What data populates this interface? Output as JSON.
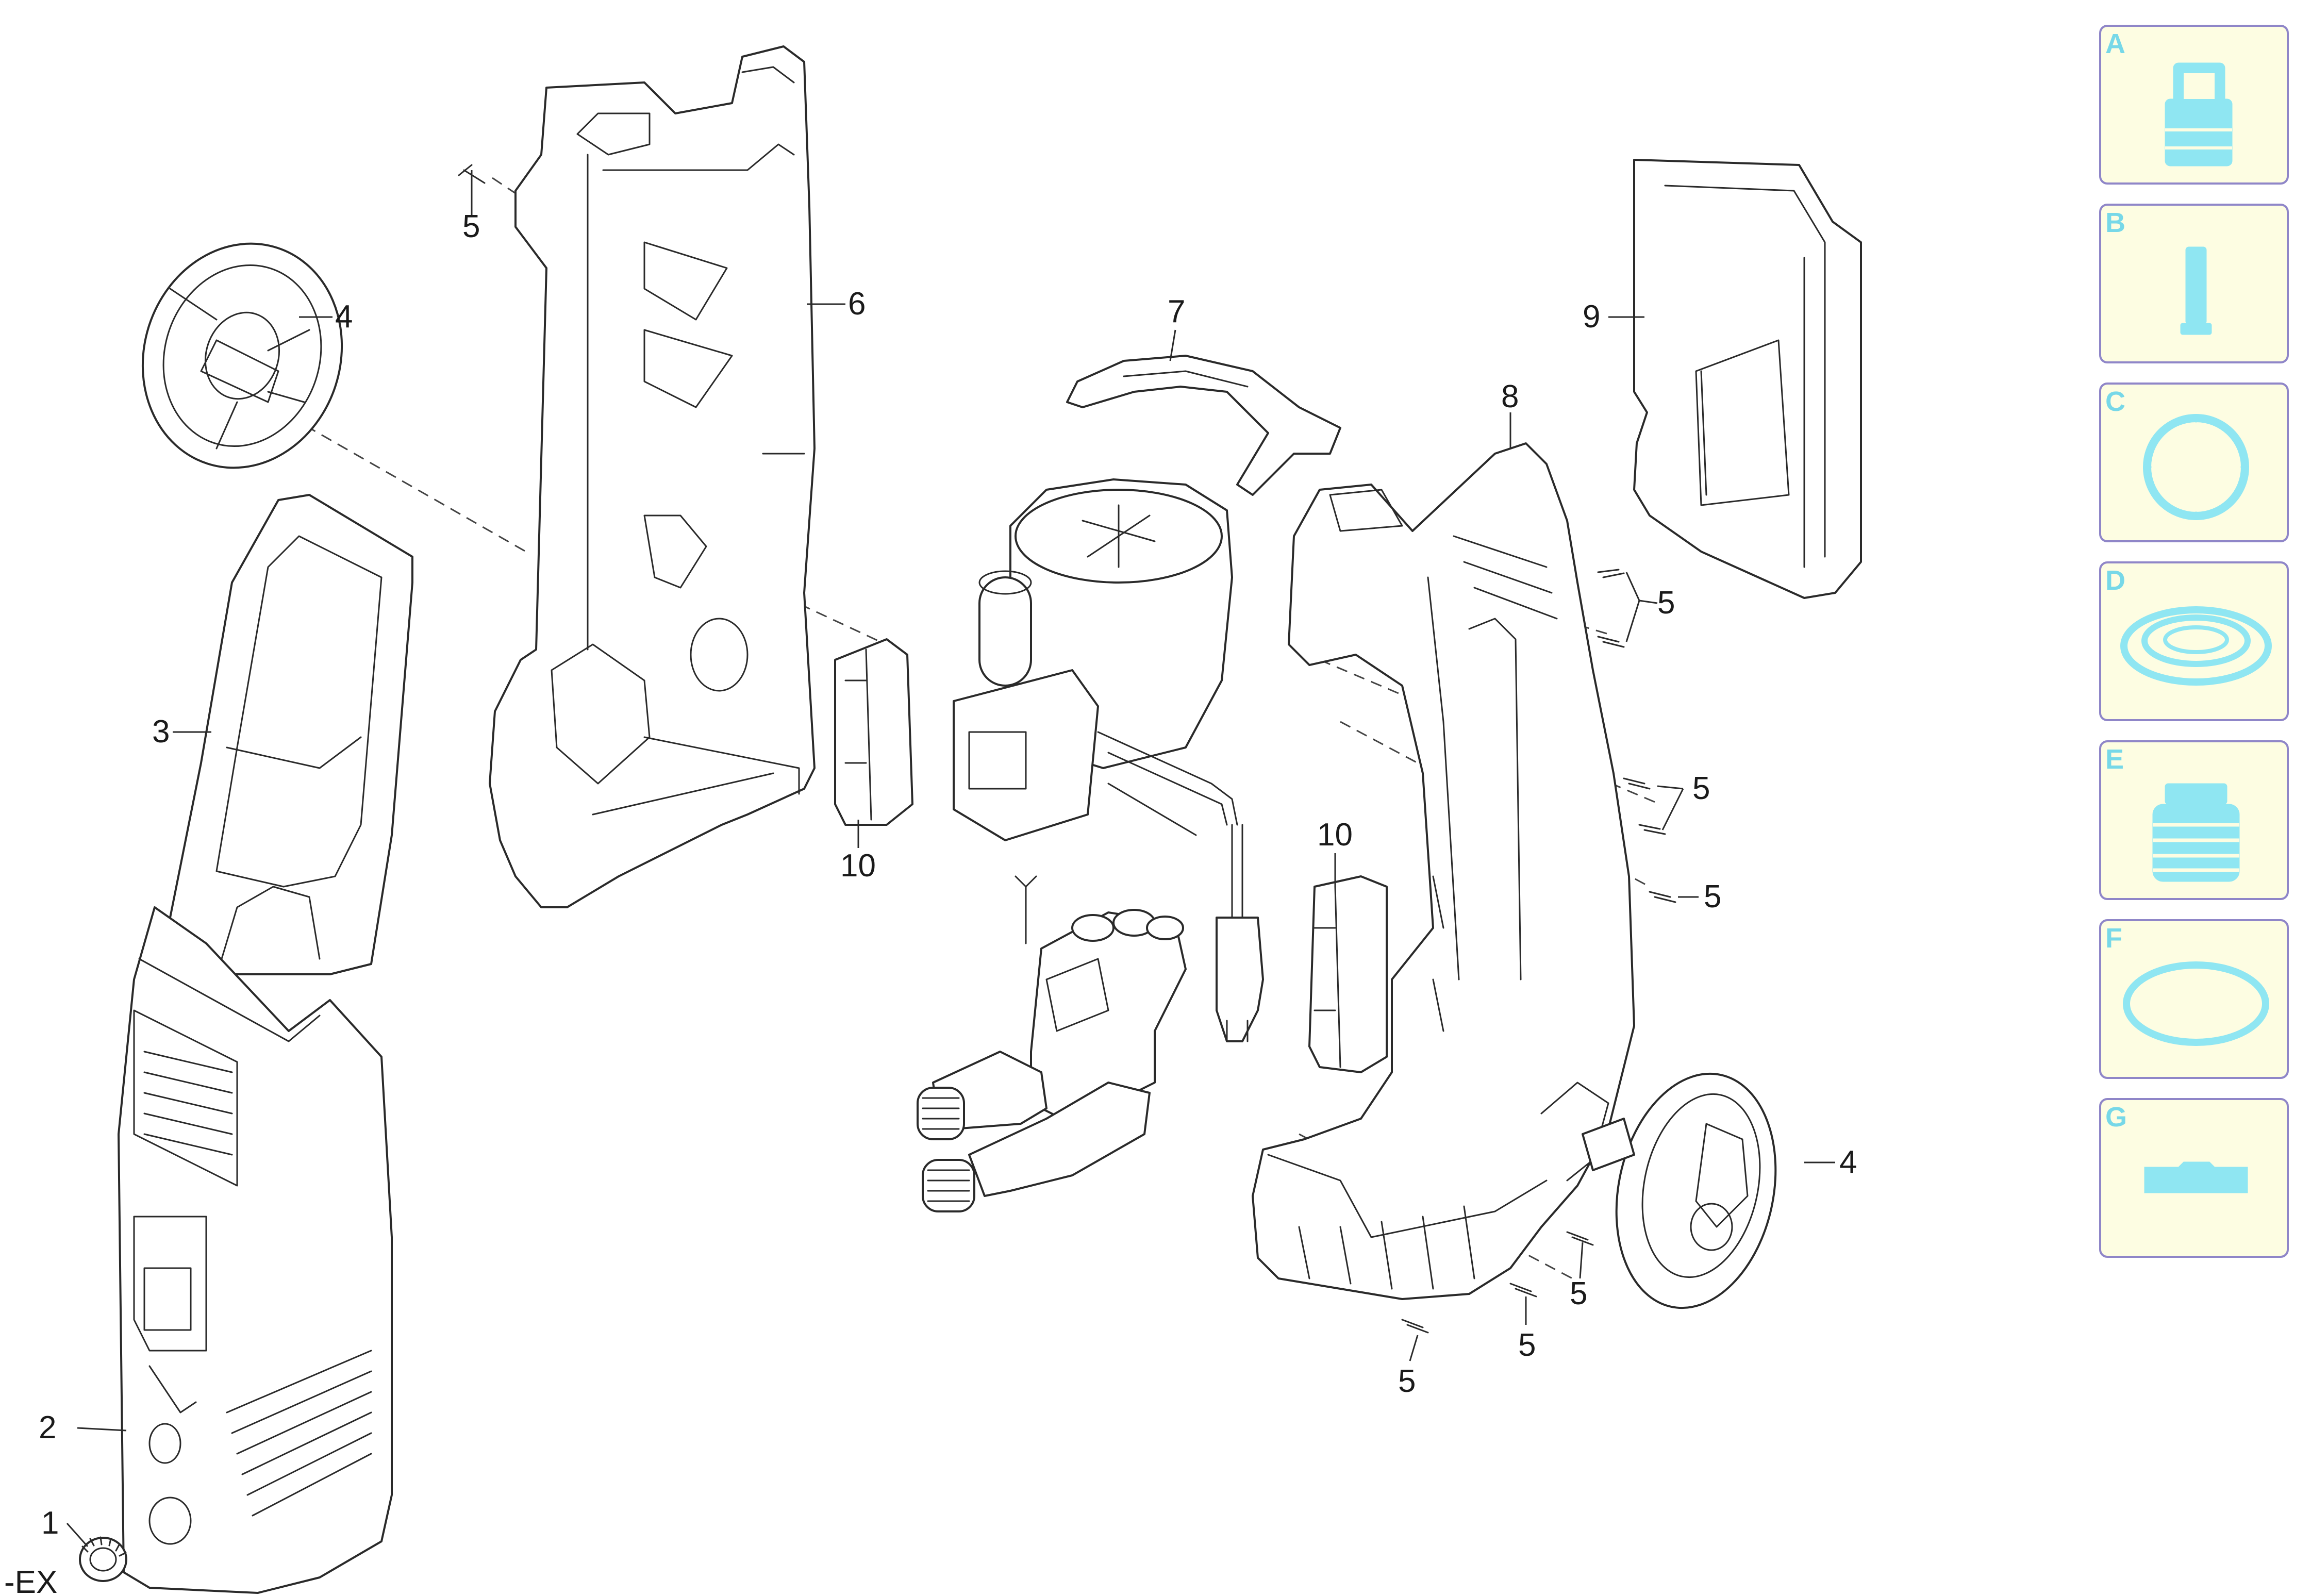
{
  "parts": {
    "p1": "1",
    "p2": "2",
    "p3": "3",
    "p4_left": "4",
    "p4_right": "4",
    "p5_a": "5",
    "p5_b": "5",
    "p5_c": "5",
    "p5_d": "5",
    "p5_e": "5",
    "p5_f": "5",
    "p5_g": "5",
    "p6": "6",
    "p7": "7",
    "p8": "8",
    "p9": "9",
    "p10_left": "10",
    "p10_right": "10"
  },
  "model_suffix": "-EX",
  "legend": {
    "items": [
      {
        "letter": "A",
        "icon": "connector-fitting-icon"
      },
      {
        "letter": "B",
        "icon": "filter-cartridge-icon"
      },
      {
        "letter": "C",
        "icon": "o-ring-gasket-icon"
      },
      {
        "letter": "D",
        "icon": "seal-ring-icon"
      },
      {
        "letter": "E",
        "icon": "threaded-bushing-icon"
      },
      {
        "letter": "F",
        "icon": "flat-ring-icon"
      },
      {
        "letter": "G",
        "icon": "slider-block-icon"
      }
    ]
  },
  "colors": {
    "line": "#2a2a2a",
    "legend_border": "#8f86c8",
    "legend_bg": "#fdfde2",
    "legend_accent": "#8fe6f2"
  }
}
